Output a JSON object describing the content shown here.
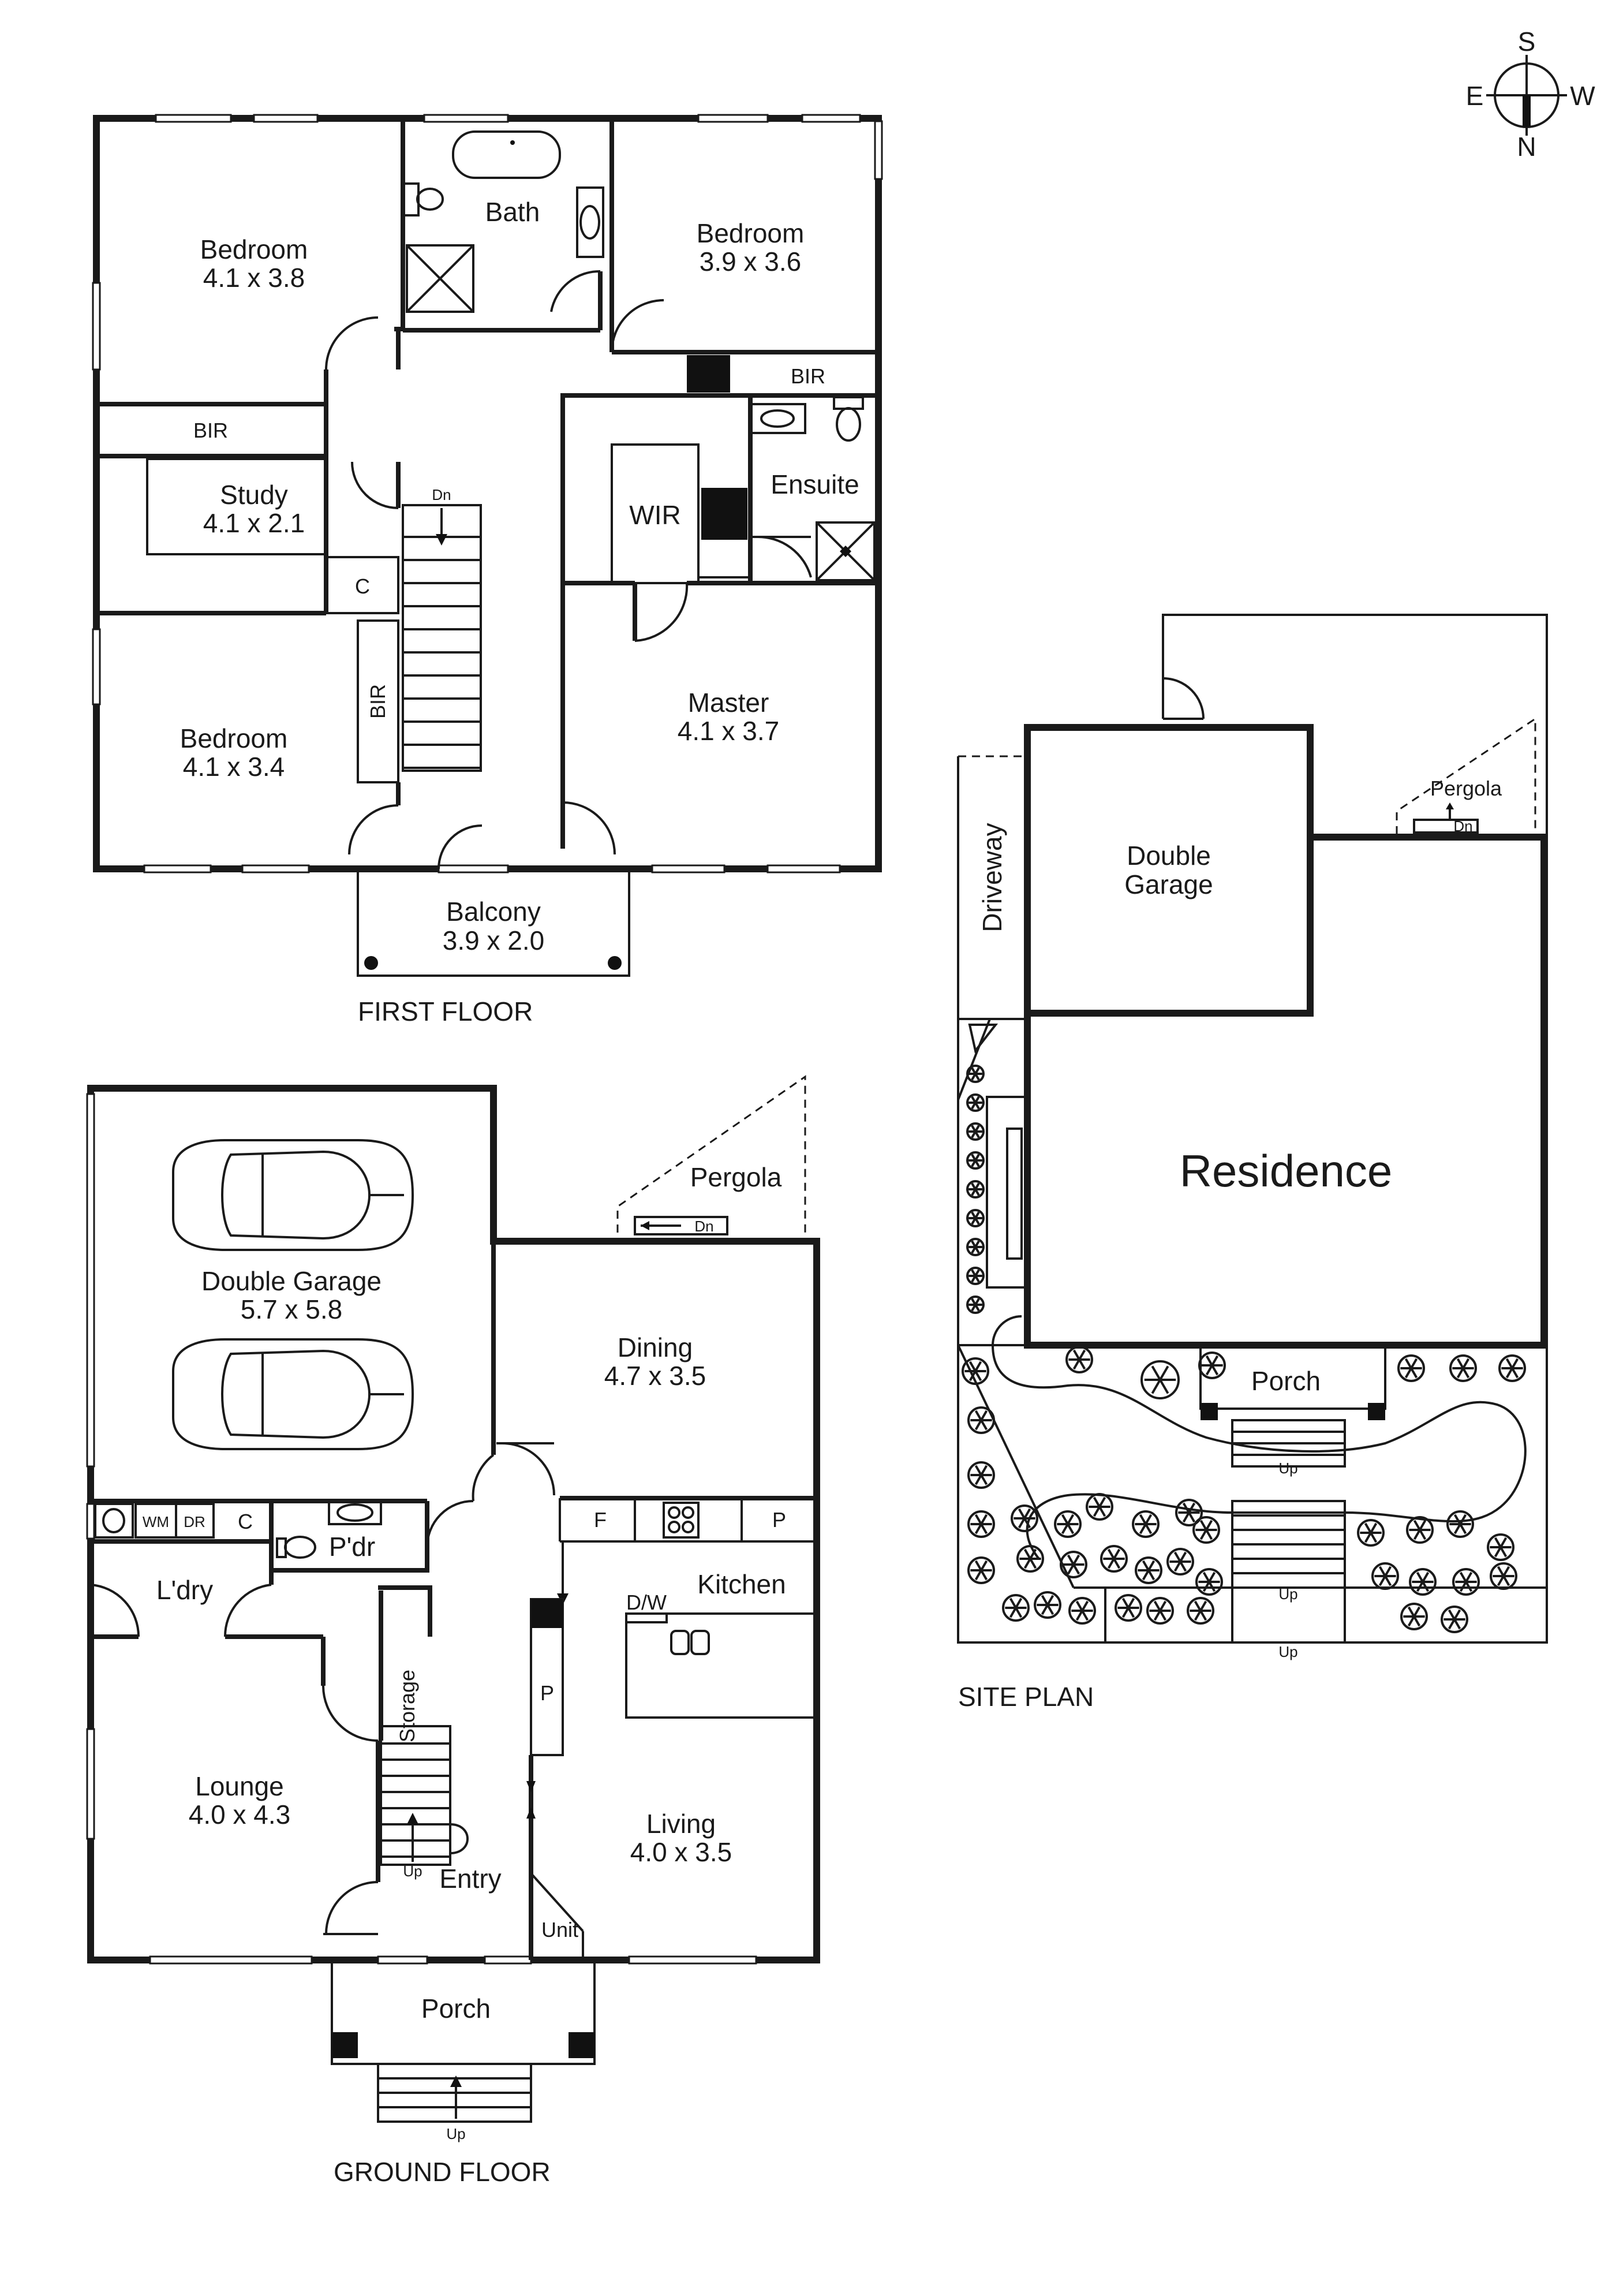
{
  "compass": {
    "s": "S",
    "e": "E",
    "w": "W",
    "n": "N"
  },
  "first_floor": {
    "caption": "FIRST FLOOR",
    "bedroom_nw": {
      "name": "Bedroom",
      "size": "4.1 x 3.8"
    },
    "bath": {
      "name": "Bath"
    },
    "bedroom_ne": {
      "name": "Bedroom",
      "size": "3.9 x 3.6"
    },
    "bir_ne": "BIR",
    "bir_w": "BIR",
    "ensuite": "Ensuite",
    "study": {
      "name": "Study",
      "size": "4.1 x 2.1"
    },
    "stair_dn": "Dn",
    "wir": "WIR",
    "cupboard": "C",
    "bir_vertical": "BIR",
    "bedroom_sw": {
      "name": "Bedroom",
      "size": "4.1 x 3.4"
    },
    "master": {
      "name": "Master",
      "size": "4.1 x 3.7"
    },
    "balcony": {
      "name": "Balcony",
      "size": "3.9 x 2.0"
    }
  },
  "ground_floor": {
    "caption": "GROUND FLOOR",
    "pergola": "Pergola",
    "pergola_dn": "Dn",
    "garage": {
      "name": "Double Garage",
      "size": "5.7 x 5.8"
    },
    "dining": {
      "name": "Dining",
      "size": "4.7 x 3.5"
    },
    "wm": "WM",
    "dr": "DR",
    "c": "C",
    "powder": "P'dr",
    "fridge": "F",
    "pantry_top": "P",
    "laundry": "L'dry",
    "dw": "D/W",
    "kitchen": "Kitchen",
    "storage": "Storage",
    "pantry": "P",
    "lounge": {
      "name": "Lounge",
      "size": "4.0 x 4.3"
    },
    "living": {
      "name": "Living",
      "size": "4.0 x 3.5"
    },
    "stair_up": "Up",
    "entry": "Entry",
    "unit": "Unit",
    "porch": "Porch",
    "porch_up": "Up"
  },
  "site_plan": {
    "caption": "SITE PLAN",
    "pergola": "Pergola",
    "pergola_dn": "Dn",
    "driveway": "Driveway",
    "garage_line1": "Double",
    "garage_line2": "Garage",
    "residence": "Residence",
    "porch": "Porch",
    "up1": "Up",
    "up2": "Up",
    "up3": "Up"
  }
}
